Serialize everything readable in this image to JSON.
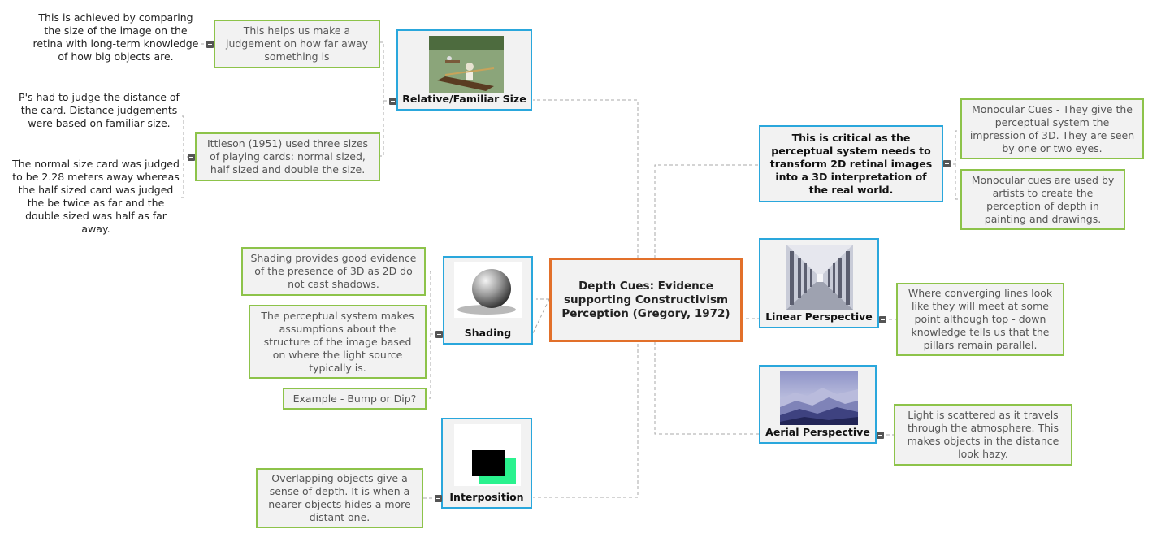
{
  "central": "Depth Cues: Evidence supporting Constructivism Perception (Gregory, 1972)",
  "relative": {
    "label": "Relative/Familiar Size",
    "judgement": "This helps us make a judgement on how far away something is",
    "comparison": "This is achieved by comparing the size of the image on the retina with long-term knowledge of how big objects are.",
    "ittleson": "Ittleson (1951) used three sizes of playing cards: normal sized, half sized and double the size.",
    "card_judge": "P's had to judge the distance of the card. Distance judgements were based on familiar size.",
    "card_result": "The normal size card was judged to be 2.28 meters away whereas the half sized card was judged the be twice as far and the double sized was half as far away."
  },
  "shading": {
    "label": "Shading",
    "evidence": "Shading provides good evidence of the presence of 3D as 2D do not cast shadows.",
    "assumptions": "The perceptual system makes assumptions about the structure of the image based on where the light source typically is.",
    "example": "Example - Bump or Dip?"
  },
  "interposition": {
    "label": "Interposition",
    "overlap": "Overlapping objects give a sense of depth. It is when a nearer objects hides a more distant one."
  },
  "critical": {
    "label": "This is critical as the perceptual system needs to transform 2D retinal images into a 3D interpretation of the real world.",
    "monocular": "Monocular Cues - They give the perceptual system the impression of 3D. They are seen by one or two eyes.",
    "artists": "Monocular cues are used by artists to create the perception of depth in painting and drawings."
  },
  "linear": {
    "label": "Linear Perspective",
    "converging": "Where converging lines look like they will meet at some point although top - down knowledge tells us that the pillars remain parallel."
  },
  "aerial": {
    "label": "Aerial Perspective",
    "scatter": "Light is scattered as it travels through the atmosphere. This makes objects in the distance look hazy."
  },
  "colors": {
    "central_border": "#e2702a",
    "branch_border": "#2aa7dc",
    "leaf_border": "#8dc34a",
    "connector": "#aaaaaa"
  },
  "icons": [
    "rowing-photo",
    "shaded-sphere-drawing",
    "overlapping-squares",
    "colonnade-photo",
    "hazy-mountains-photo"
  ]
}
